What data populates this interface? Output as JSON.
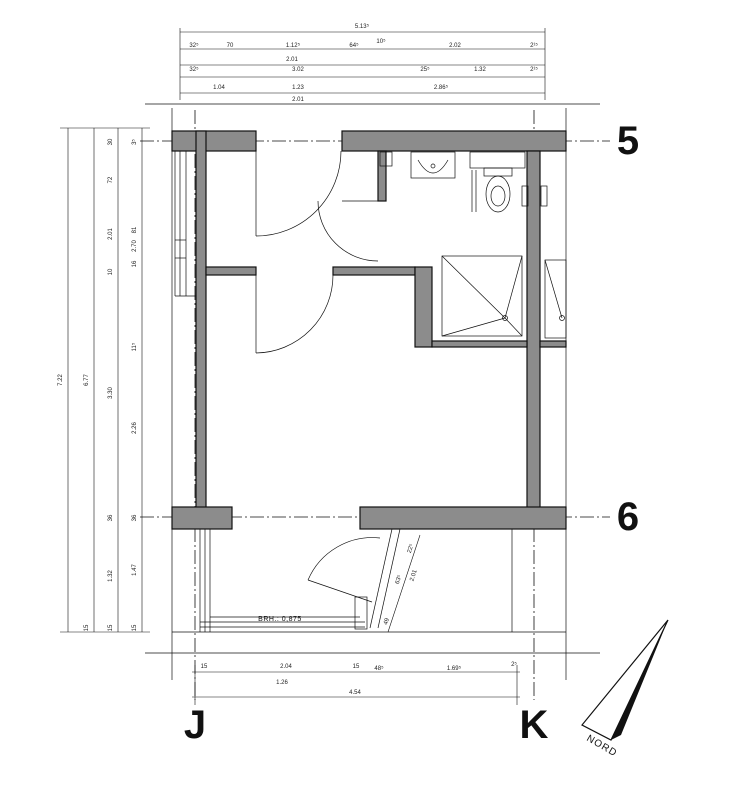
{
  "axes": {
    "grid_5": "5",
    "grid_6": "6",
    "grid_j": "J",
    "grid_k": "K"
  },
  "top_dims": {
    "row1": [
      "5.13⁵"
    ],
    "row2": [
      "32⁵",
      "70",
      "1.12⁵",
      "64⁵",
      "10⁵",
      "2.02",
      "2¹⁵"
    ],
    "row3": [
      "2.01"
    ],
    "row4": [
      "32⁵",
      "3.02",
      "25⁵",
      "1.32",
      "2¹⁵"
    ],
    "row5": [
      "1.04",
      "1.23",
      "2.86⁵"
    ],
    "row6": [
      "2.01"
    ]
  },
  "left_dims": {
    "col1": [
      "7.22"
    ],
    "col2": [
      "6.77",
      "15"
    ],
    "col3": [
      "30",
      "72",
      "2.01",
      "10",
      "3.30",
      "36",
      "1.32",
      "15"
    ],
    "col4": [
      "3⁵",
      "81",
      "16",
      "2.70",
      "11⁵",
      "2.26",
      "36",
      "1.47",
      "15"
    ]
  },
  "bottom_dims": {
    "row1": [
      "15",
      "2.04",
      "15",
      "48⁵",
      "1.69⁵",
      "2⁵"
    ],
    "row2": [
      "1.26",
      "4.54"
    ]
  },
  "balcony_dims": [
    "22⁵",
    "63⁵",
    "2.01",
    "49"
  ],
  "window_note": "BRH.: 0,875",
  "north_label": "NORD"
}
